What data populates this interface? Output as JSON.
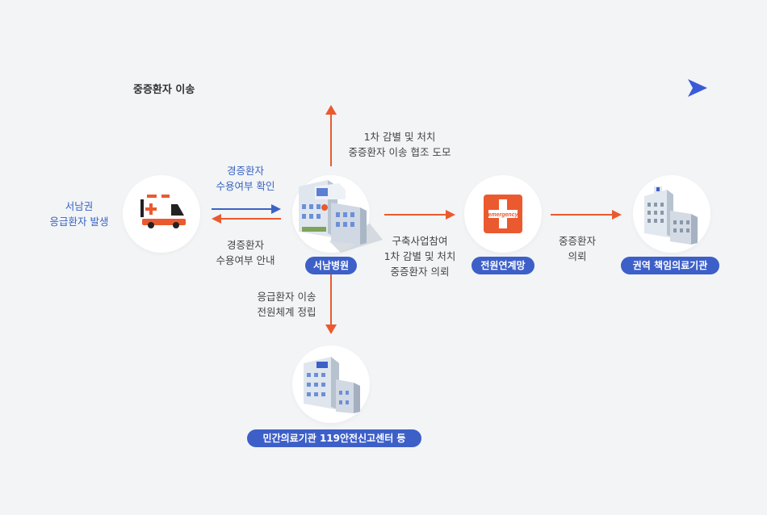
{
  "top_arrow_label": "중증환자 이송",
  "left_label": {
    "line1": "서남권",
    "line2": "응급환자 발생"
  },
  "blue_label": {
    "line1": "경증환자",
    "line2": "수용여부 확인"
  },
  "guide_label": {
    "line1": "경증환자",
    "line2": "수용여부 안내"
  },
  "upper_label": {
    "line1": "1차 감별 및 처치",
    "line2": "중증환자 이송 협조 도모"
  },
  "right_label": {
    "line1": "구축사업참여",
    "line2": "1차 감별 및 처치",
    "line3": "중증환자 의뢰"
  },
  "down_label": {
    "line1": "응급환자 이송",
    "line2": "전원체계 정립"
  },
  "severe_label": {
    "line1": "중증환자",
    "line2": "의뢰"
  },
  "emergency_sign": "emergency",
  "nodes": {
    "hospital": "서남병원",
    "transfer": "전원연계망",
    "regional": "권역 책임의료기관",
    "private": "민간의료기관 119안전신고센터 등"
  },
  "colors": {
    "background": "#f2f4f6",
    "pill": "#3d5fc8",
    "arrow_orange": "#ea5a2e",
    "arrow_blue": "#3b63c4",
    "dotted_start": "#2ab8b8",
    "dotted_end": "#3b5bd6"
  },
  "icons": [
    "ambulance-icon",
    "hospital-building-icon",
    "emergency-sign-icon",
    "regional-hospital-icon",
    "private-hospital-icon"
  ]
}
